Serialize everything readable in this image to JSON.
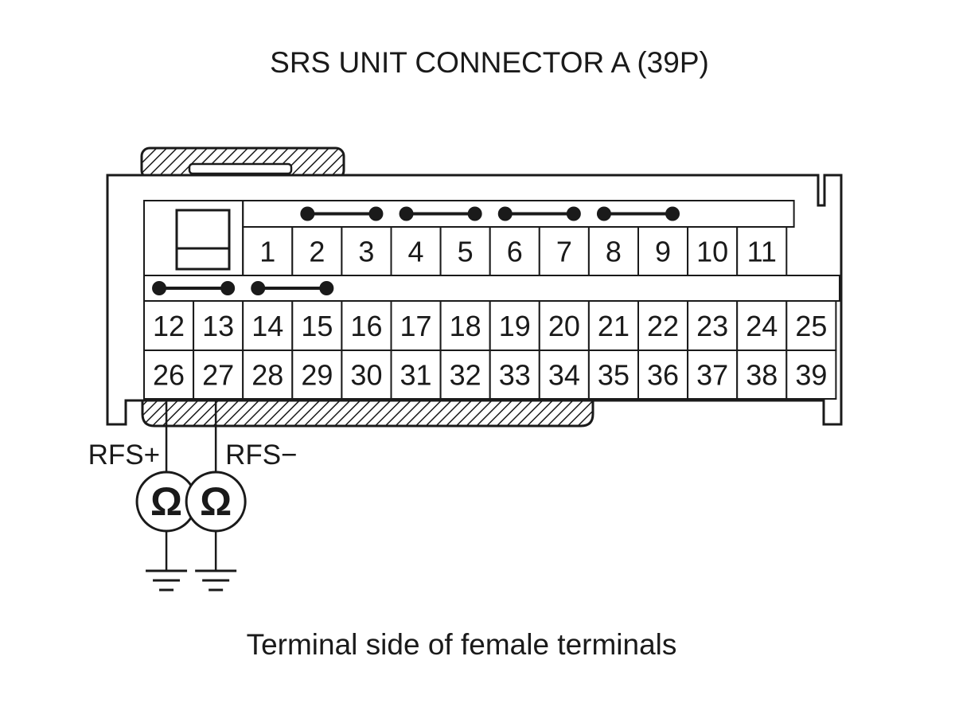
{
  "diagram": {
    "title": "SRS UNIT CONNECTOR A (39P)",
    "caption": "Terminal side of female terminals",
    "row_top": [
      "1",
      "2",
      "3",
      "4",
      "5",
      "6",
      "7",
      "8",
      "9",
      "10",
      "11"
    ],
    "row_middle": [
      "12",
      "13",
      "14",
      "15",
      "16",
      "17",
      "18",
      "19",
      "20",
      "21",
      "22",
      "23",
      "24",
      "25"
    ],
    "row_bottom": [
      "26",
      "27",
      "28",
      "29",
      "30",
      "31",
      "32",
      "33",
      "34",
      "35",
      "36",
      "37",
      "38",
      "39"
    ],
    "shorting_bars": [
      [
        "2",
        "3"
      ],
      [
        "4",
        "5"
      ],
      [
        "6",
        "7"
      ],
      [
        "8",
        "9"
      ],
      [
        "12",
        "13"
      ],
      [
        "14",
        "15"
      ]
    ],
    "probes": [
      {
        "label": "RFS+",
        "terminal": "26",
        "meter_icon": "ohmmeter-icon",
        "ground_icon": "ground-icon"
      },
      {
        "label": "RFS−",
        "terminal": "27",
        "meter_icon": "ohmmeter-icon",
        "ground_icon": "ground-icon"
      }
    ],
    "meter_symbol": "Ω",
    "colors": {
      "line": "#1a1a1a",
      "background": "#ffffff",
      "hatch": "#1a1a1a"
    }
  }
}
